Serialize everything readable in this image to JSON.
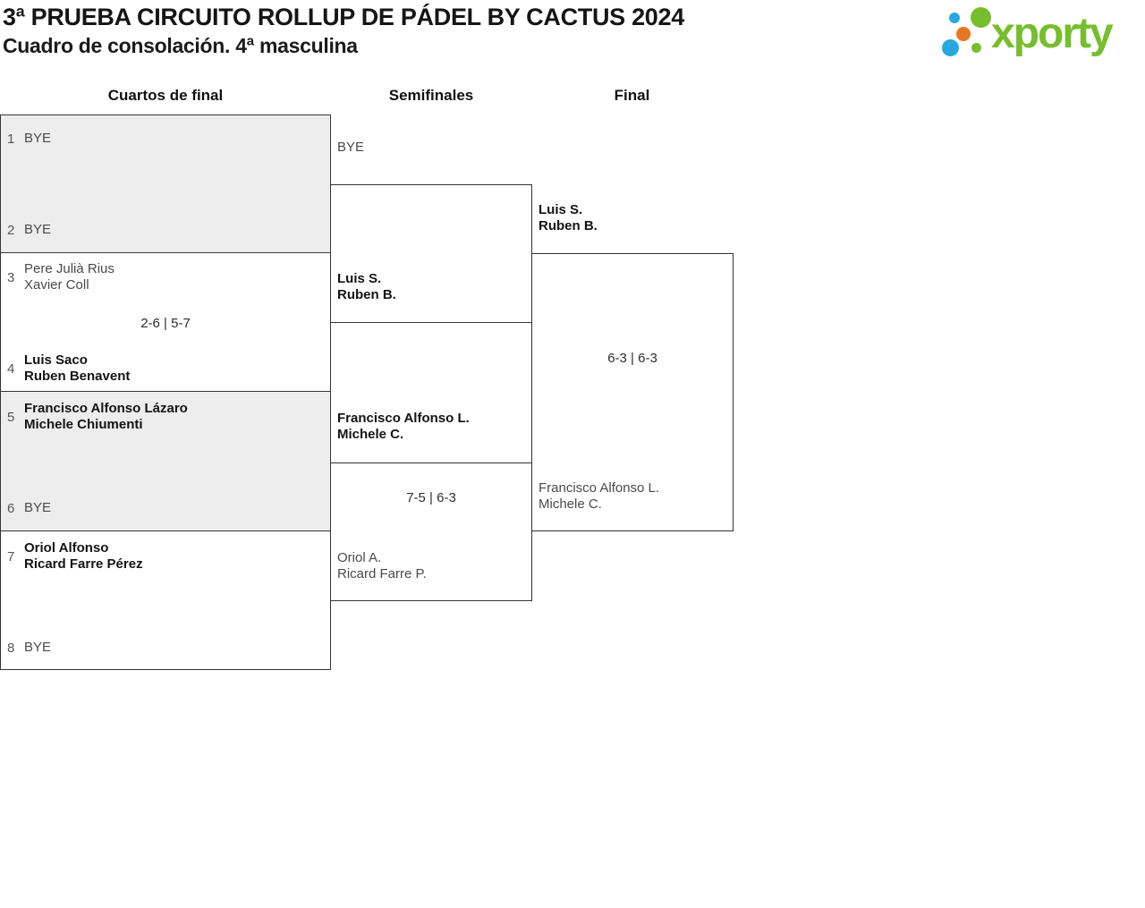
{
  "header": {
    "title": "3ª PRUEBA CIRCUITO ROLLUP DE PÁDEL BY CACTUS 2024",
    "subtitle": "Cuadro de consolación. 4ª masculina"
  },
  "logo": {
    "wordmark": "xporty",
    "colors": {
      "green": "#77BE2E",
      "blue": "#29A8E0",
      "orange": "#E87622"
    }
  },
  "rounds": {
    "quarterfinals": "Cuartos de final",
    "semifinals": "Semifinales",
    "final": "Final"
  },
  "matches": {
    "qf1": {
      "top": {
        "seed": "1",
        "lines": [
          "BYE"
        ]
      },
      "bottom": {
        "seed": "2",
        "lines": [
          "BYE"
        ]
      }
    },
    "qf2": {
      "score": "2-6 | 5-7",
      "top": {
        "seed": "3",
        "lines": [
          "Pere Julià Rius",
          "Xavier Coll"
        ]
      },
      "bottom": {
        "seed": "4",
        "lines": [
          "Luis Saco",
          "Ruben Benavent"
        ]
      }
    },
    "qf3": {
      "top": {
        "seed": "5",
        "lines": [
          "Francisco Alfonso Lázaro",
          "Michele Chiumenti"
        ]
      },
      "bottom": {
        "seed": "6",
        "lines": [
          "BYE"
        ]
      }
    },
    "qf4": {
      "top": {
        "seed": "7",
        "lines": [
          "Oriol Alfonso",
          "Ricard Farre Pérez"
        ]
      },
      "bottom": {
        "seed": "8",
        "lines": [
          "BYE"
        ]
      }
    },
    "sf1": {
      "top": {
        "lines": [
          "BYE"
        ]
      },
      "bottom": {
        "lines": [
          "Luis S.",
          "Ruben B."
        ]
      }
    },
    "sf2": {
      "score": "7-5 | 6-3",
      "top": {
        "lines": [
          "Francisco Alfonso L.",
          "Michele C."
        ]
      },
      "bottom": {
        "lines": [
          "Oriol A.",
          "Ricard Farre P."
        ]
      }
    },
    "final": {
      "score": "6-3 | 6-3",
      "top": {
        "lines": [
          "Luis S.",
          "Ruben B."
        ]
      },
      "bottom": {
        "lines": [
          "Francisco Alfonso L.",
          "Michele C."
        ]
      }
    }
  }
}
